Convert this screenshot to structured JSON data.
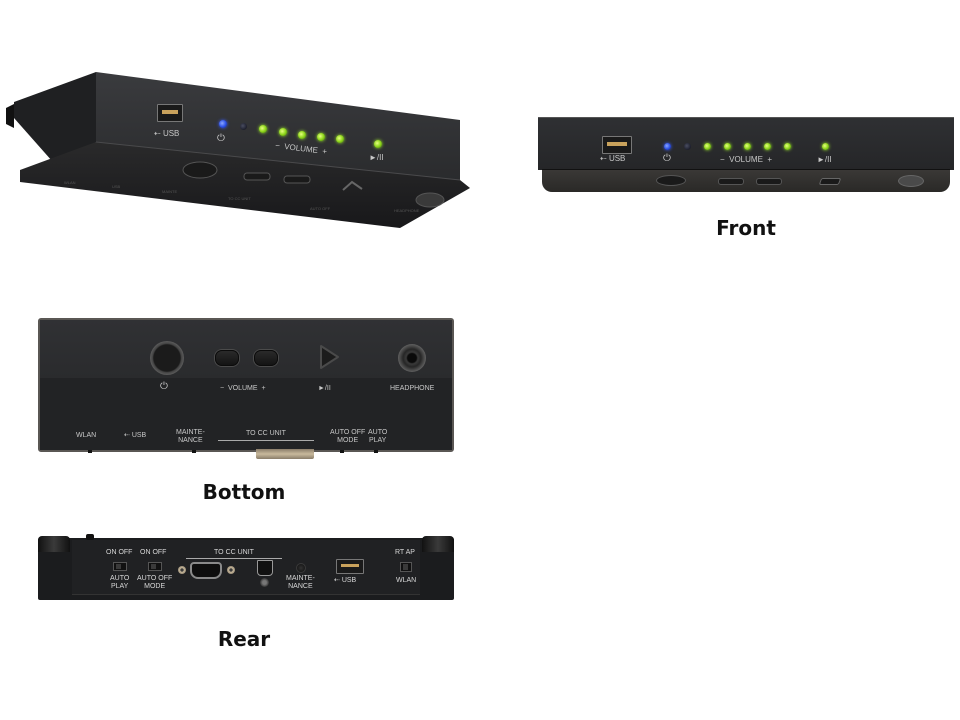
{
  "page": {
    "description": "Product views of a dark audio control unit",
    "captions": {
      "front": "Front",
      "bottom": "Bottom",
      "rear": "Rear"
    }
  },
  "perspective_view": {
    "usb_label": "USB",
    "volume_label": "VOLUME",
    "volume_minus": "−",
    "volume_plus": "+",
    "play_pause_label": "►/II",
    "power_symbol": "⏻",
    "leds": [
      {
        "name": "power",
        "color": "blue"
      },
      {
        "name": "status",
        "color": "off"
      },
      {
        "name": "volume-1",
        "color": "green"
      },
      {
        "name": "volume-2",
        "color": "green"
      },
      {
        "name": "volume-3",
        "color": "green"
      },
      {
        "name": "volume-4",
        "color": "green"
      },
      {
        "name": "volume-5",
        "color": "green"
      },
      {
        "name": "play",
        "color": "green"
      }
    ]
  },
  "front_view": {
    "usb_label": "USB",
    "volume_label": "VOLUME",
    "volume_minus": "−",
    "volume_plus": "+",
    "play_pause_label": "►/II",
    "power_symbol": "⏻"
  },
  "bottom_view": {
    "power_symbol": "⏻",
    "volume_minus": "−",
    "volume_label": "VOLUME",
    "volume_plus": "+",
    "play_pause_label": "►/II",
    "headphone_label": "HEADPHONE",
    "wlan_label": "WLAN",
    "usb_label": "USB",
    "maintenance_label_1": "MAINTE-",
    "maintenance_label_2": "NANCE",
    "to_cc_unit_label": "TO  CC  UNIT",
    "auto_off_label_1": "AUTO OFF",
    "auto_off_label_2": "MODE",
    "auto_play_label_1": "AUTO",
    "auto_play_label_2": "PLAY"
  },
  "rear_view": {
    "auto_play_onoff": "ON OFF",
    "auto_play_label_1": "AUTO",
    "auto_play_label_2": "PLAY",
    "auto_off_onoff": "ON OFF",
    "auto_off_label_1": "AUTO OFF",
    "auto_off_label_2": "MODE",
    "to_cc_unit_label": "TO  CC  UNIT",
    "maintenance_label_1": "MAINTE-",
    "maintenance_label_2": "NANCE",
    "usb_label": "USB",
    "wlan_mode": "RT AP",
    "wlan_label": "WLAN"
  },
  "colors": {
    "body": "#2c2c2e",
    "led_green": "#8fd61c",
    "led_blue": "#2b4fe6",
    "label": "#c8c8c8"
  }
}
